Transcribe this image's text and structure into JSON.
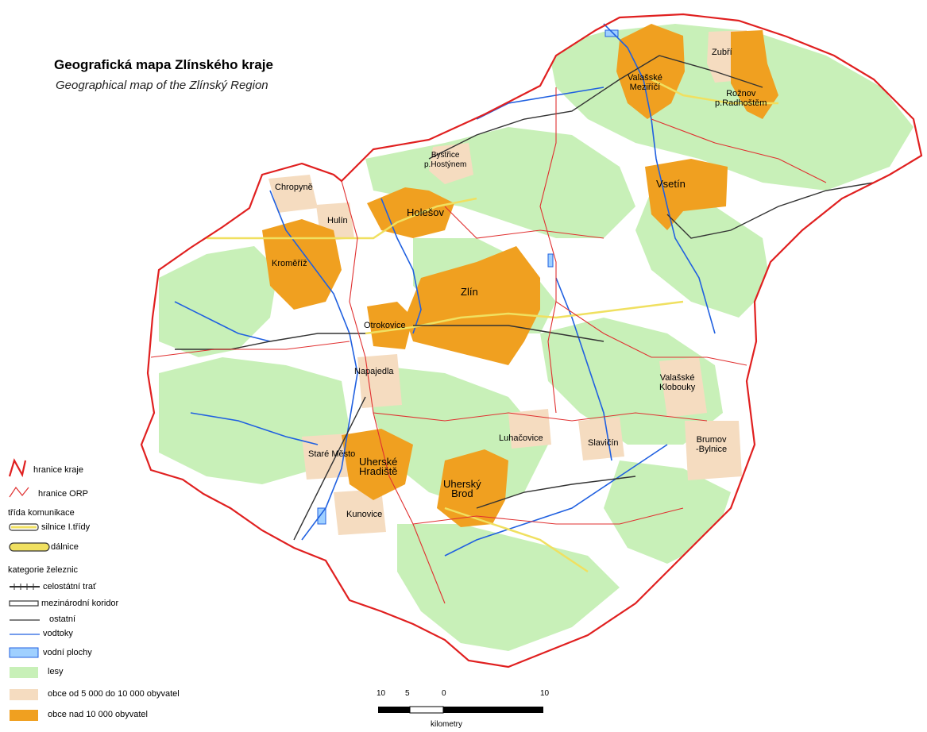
{
  "title": "Geografická mapa Zlínského kraje",
  "subtitle": "Geographical map of the Zlínský Region",
  "colors": {
    "forest": "#c8f0b8",
    "town_small": "#f5dcc0",
    "town_large": "#f0a020",
    "region_border": "#e02020",
    "orp_border": "#e03030",
    "river": "#2060e0",
    "road": "#f0e060",
    "rail": "#333333"
  },
  "cities": [
    {
      "name": "Zubří"
    },
    {
      "name": "Valašské\nMeziříčí"
    },
    {
      "name": "Rožnov\np.Radhoštěm"
    },
    {
      "name": "Bystřice\np.Hostýnem"
    },
    {
      "name": "Vsetín"
    },
    {
      "name": "Chropyně"
    },
    {
      "name": "Hulín"
    },
    {
      "name": "Holešov"
    },
    {
      "name": "Kroměříž"
    },
    {
      "name": "Zlín"
    },
    {
      "name": "Otrokovice"
    },
    {
      "name": "Napajedla"
    },
    {
      "name": "Valašské\nKlobouky"
    },
    {
      "name": "Luhačovice"
    },
    {
      "name": "Slavičín"
    },
    {
      "name": "Brumov\n-Bylnice"
    },
    {
      "name": "Staré Město"
    },
    {
      "name": "Uherské\nHradiště"
    },
    {
      "name": "Uherský\nBrod"
    },
    {
      "name": "Kunovice"
    }
  ],
  "legend": {
    "region_border": "hranice kraje",
    "orp_border": "hranice ORP",
    "roads_heading": "třída komunikace",
    "road_class1": "silnice I.třídy",
    "motorway": "dálnice",
    "rail_heading": "kategorie železnic",
    "rail_national": "celostátní trať",
    "rail_international": "mezinárodní koridor",
    "rail_other": "ostatní",
    "rivers": "vodtoky",
    "water_bodies": "vodní plochy",
    "forests": "lesy",
    "towns_small": "obce od 5 000 do 10 000  obyvatel",
    "towns_large": "obce nad 10 000 obyvatel"
  },
  "scale": {
    "ticks": [
      "10",
      "5",
      "0",
      "10"
    ],
    "unit": "kilometry"
  }
}
